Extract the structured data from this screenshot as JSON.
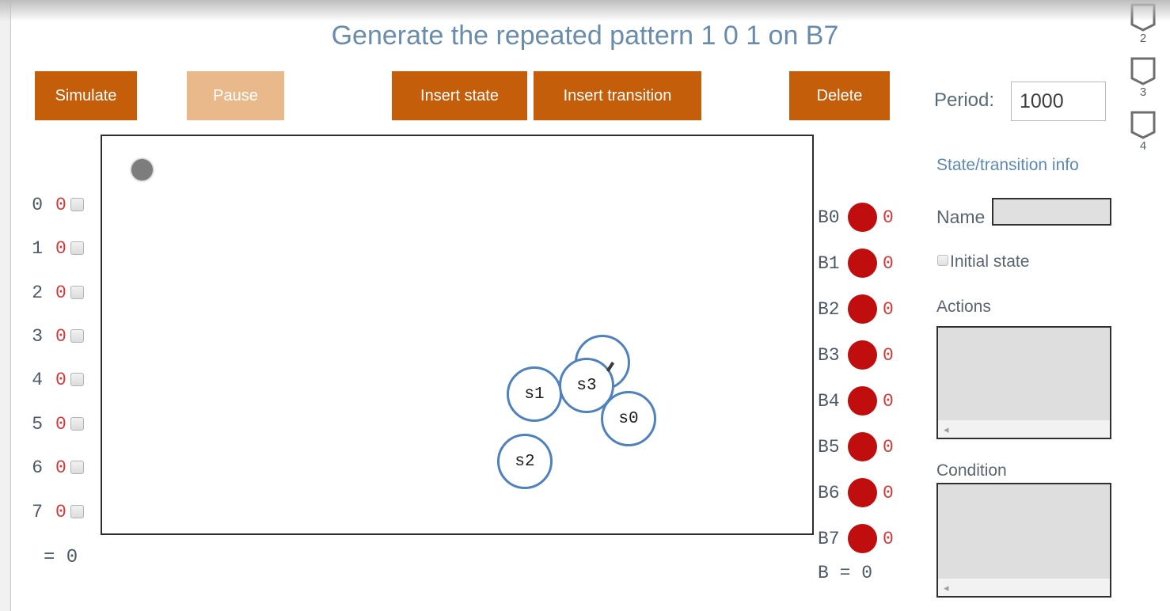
{
  "page": {
    "title": "Generate the repeated pattern 1 0 1 on B7"
  },
  "toolbar": {
    "simulate_label": "Simulate",
    "pause_label": "Pause",
    "insert_state_label": "Insert state",
    "insert_transition_label": "Insert transition",
    "delete_label": "Delete",
    "period_label": "Period:",
    "period_value": "1000"
  },
  "pager": {
    "items": [
      {
        "label": "2"
      },
      {
        "label": "3"
      },
      {
        "label": "4"
      }
    ]
  },
  "canvas": {
    "states": [
      {
        "id": "ghost",
        "label": ""
      },
      {
        "id": "s1",
        "label": "s1"
      },
      {
        "id": "s3",
        "label": "s3"
      },
      {
        "id": "s0",
        "label": "s0"
      },
      {
        "id": "s2",
        "label": "s2"
      }
    ]
  },
  "inputs_panel": {
    "rows": [
      {
        "label": "0",
        "value": "0"
      },
      {
        "label": "1",
        "value": "0"
      },
      {
        "label": "2",
        "value": "0"
      },
      {
        "label": "3",
        "value": "0"
      },
      {
        "label": "4",
        "value": "0"
      },
      {
        "label": "5",
        "value": "0"
      },
      {
        "label": "6",
        "value": "0"
      },
      {
        "label": "7",
        "value": "0"
      }
    ],
    "summary": "= 0"
  },
  "outputs_panel": {
    "rows": [
      {
        "label": "B0",
        "value": "0"
      },
      {
        "label": "B1",
        "value": "0"
      },
      {
        "label": "B2",
        "value": "0"
      },
      {
        "label": "B3",
        "value": "0"
      },
      {
        "label": "B4",
        "value": "0"
      },
      {
        "label": "B5",
        "value": "0"
      },
      {
        "label": "B6",
        "value": "0"
      },
      {
        "label": "B7",
        "value": "0"
      }
    ],
    "summary": "B = 0"
  },
  "info_panel": {
    "title": "State/transition info",
    "name_label": "Name",
    "name_value": "",
    "initial_state_label": "Initial state",
    "actions_label": "Actions",
    "actions_value": "",
    "condition_label": "Condition",
    "condition_value": "",
    "scroll_left_arrow": "◂"
  },
  "colors": {
    "accent_orange": "#c45e0b",
    "disabled_orange": "#e9b98b",
    "title_blue": "#6a8cab",
    "state_stroke_blue": "#4f81bd",
    "led_red": "#c00d0d",
    "value_red": "#d43a3a"
  }
}
